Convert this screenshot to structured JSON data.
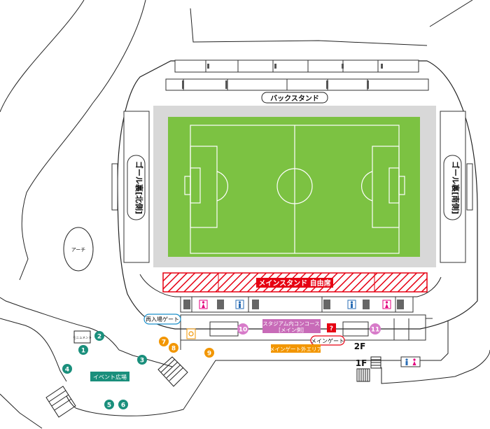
{
  "labels": {
    "back_stand": "バックスタンド",
    "goal_north": "ゴール裏[北側]",
    "goal_south": "ゴール裏[南側]",
    "main_stand_free": "メインスタンド 自由席",
    "concourse_line1": "スタジアム内コンコース",
    "concourse_line2": "[メイン側]",
    "reentry_gate": "再入場ゲート",
    "main_gate": "メインゲート",
    "outside_area": "メインゲート外エリア",
    "event_plaza": "イベント広場",
    "arch": "アーチ",
    "monument": "モニュメント",
    "floor_2f": "2F",
    "floor_1f": "1F"
  },
  "markers": {
    "m1": "1",
    "m2": "2",
    "m3": "3",
    "m4": "4",
    "m5": "5",
    "m6": "6",
    "m7": "7",
    "m8": "8",
    "m9": "9",
    "m10": "10",
    "m11": "11"
  },
  "colors": {
    "pitch": "#7cc242",
    "track": "#d8d8d8",
    "teal_marker": "#1a8f7c",
    "orange_marker": "#f29600",
    "pink_marker": "#d77bc9",
    "concourse_fill": "#c86bb8",
    "free_seat": "#e60012",
    "event_plaza_fill": "#1a8f7c",
    "outside_area_fill": "#f29600",
    "toilet_male": "#2a6db5",
    "toilet_female": "#e4007f"
  }
}
